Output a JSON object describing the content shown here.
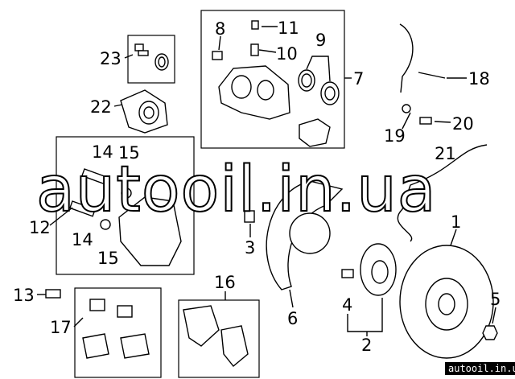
{
  "callouts": {
    "c1": "1",
    "c2": "2",
    "c3": "3",
    "c4": "4",
    "c5": "5",
    "c6": "6",
    "c7": "7",
    "c8": "8",
    "c9": "9",
    "c10": "10",
    "c11": "11",
    "c12": "12",
    "c13": "13",
    "c14a": "14",
    "c14b": "14",
    "c15a": "15",
    "c15b": "15",
    "c16": "16",
    "c17": "17",
    "c18": "18",
    "c19": "19",
    "c20": "20",
    "c21": "21",
    "c22": "22",
    "c23": "23"
  },
  "watermark": "autooil.in.ua",
  "site_label": "autooil.in.ua"
}
